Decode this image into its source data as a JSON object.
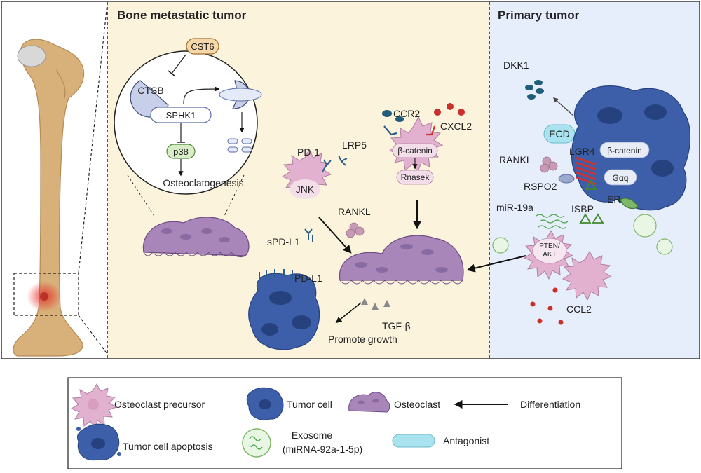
{
  "panels": {
    "left_title": "Bone metastatic tumor",
    "right_title": "Primary tumor"
  },
  "inset": {
    "cst6": "CST6",
    "ctsb": "CTSB",
    "sphk1": "SPHK1",
    "p38": "p38",
    "osteoclastogenesis": "Osteoclatogenesis"
  },
  "bone_panel": {
    "pd1": "PD-1",
    "lrp5": "LRP5",
    "jnk": "JNK",
    "ccr2": "CCR2",
    "cxcl2": "CXCL2",
    "beta_catenin": "β-catenin",
    "rnasek": "Rnasek",
    "rankl": "RANKL",
    "spdl1": "sPD-L1",
    "pdl1": "PD-L1",
    "tgfb": "TGF-β",
    "promote_growth": "Promote growth"
  },
  "primary_panel": {
    "dkk1": "DKK1",
    "ecd": "ECD",
    "rankl": "RANKL",
    "lgr4": "LGR4",
    "beta_catenin": "β-catenin",
    "gaq": "Gαq",
    "rspo2": "RSPO2",
    "er": "ER",
    "isbp": "ISBP",
    "mir19a": "miR-19a",
    "pten_akt_1": "PTEN/",
    "pten_akt_2": "AKT",
    "ccl2": "CCL2"
  },
  "legend": {
    "osteoclast_precursor": "Osteoclast precursor",
    "tumor_cell": "Tumor cell",
    "osteoclast": "Osteoclast",
    "differentiation": "Differentiation",
    "tumor_apoptosis": "Tumor cell apoptosis",
    "exosome_1": "Exosome",
    "exosome_2": "(miRNA-92a-1-5p)",
    "antagonist": "Antagonist"
  },
  "colors": {
    "bone_bg": "#fbf3dc",
    "primary_bg": "#e6eefb",
    "precursor": "#e2b1cf",
    "osteoclast": "#a986b9",
    "tumor": "#3d5ea8",
    "tumor_dark": "#25427f",
    "antagonist": "#a8e3ef",
    "exosome": "#bfe3b4",
    "ligand_red": "#c9302c",
    "ligand_blue": "#1f5d7a",
    "bone": "#d8b07a"
  }
}
